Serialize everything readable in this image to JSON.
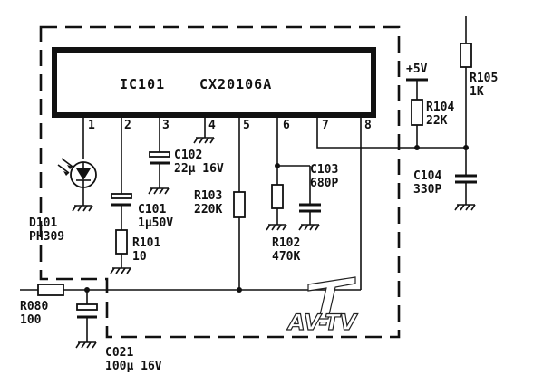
{
  "ic": {
    "ref": "IC101",
    "part": "CX20106A"
  },
  "pins": [
    "1",
    "2",
    "3",
    "4",
    "5",
    "6",
    "7",
    "8"
  ],
  "components": {
    "d101": {
      "ref": "D101",
      "value": "PH309"
    },
    "c101": {
      "ref": "C101",
      "value": "1µ50V"
    },
    "r101": {
      "ref": "R101",
      "value": "10"
    },
    "c102": {
      "ref": "C102",
      "value": "22µ 16V"
    },
    "r103": {
      "ref": "R103",
      "value": "220K"
    },
    "c103": {
      "ref": "C103",
      "value": "680P"
    },
    "r102": {
      "ref": "R102",
      "value": "470K"
    },
    "r104": {
      "ref": "R104",
      "value": "22K"
    },
    "r105": {
      "ref": "R105",
      "value": "1K"
    },
    "c104": {
      "ref": "C104",
      "value": "330P"
    },
    "r080": {
      "ref": "R080",
      "value": "100"
    },
    "c021": {
      "ref": "C021",
      "value": "100µ 16V"
    }
  },
  "supply": {
    "label": "+5V"
  },
  "watermark": {
    "text": "AV-TV"
  }
}
